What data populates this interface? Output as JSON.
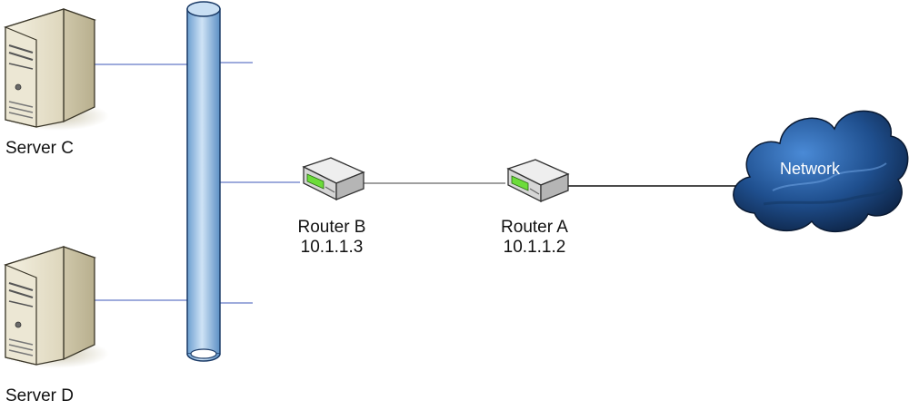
{
  "servers": [
    {
      "name": "Server C"
    },
    {
      "name": "Server D"
    }
  ],
  "routers": [
    {
      "name": "Router B",
      "ip": "10.1.1.3"
    },
    {
      "name": "Router A",
      "ip": "10.1.1.2"
    }
  ],
  "cloud": {
    "label": "Network"
  },
  "colors": {
    "link_blue": "#7f8fd0",
    "link_black": "#111111",
    "link_gray": "#808080",
    "bus_fill": "#9ec4e6",
    "cloud_fill": "#245a9c",
    "server_body": "#e9e4cf",
    "router_body": "#d8d8d8",
    "router_led": "#6cdc3a"
  }
}
